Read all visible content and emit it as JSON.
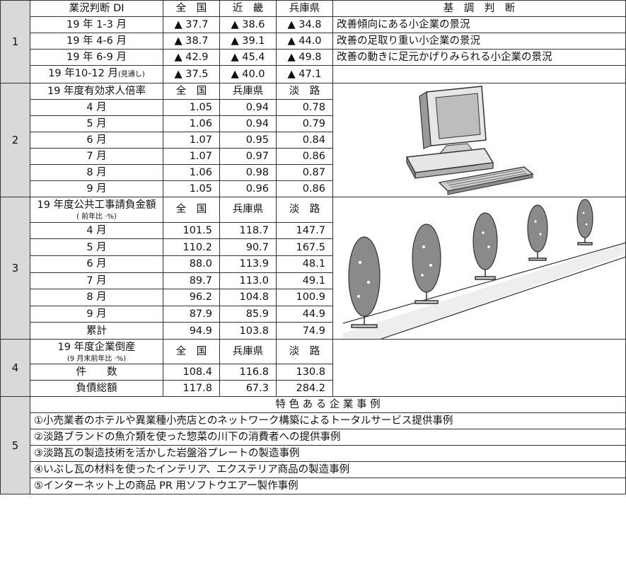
{
  "sections": {
    "s1": "1",
    "s2": "2",
    "s3": "3",
    "s4": "4",
    "s5": "5"
  },
  "di": {
    "header": [
      "業況判断 DI",
      "全　国",
      "近　畿",
      "兵庫県",
      "基　調　判　断"
    ],
    "rows": [
      {
        "period": "19 年 1-3 月",
        "zenkoku": "▲ 37.7",
        "kinki": "▲ 38.6",
        "hyogo": "▲ 34.8",
        "judgment": "改善傾向にある小企業の景況"
      },
      {
        "period": "19 年 4-6 月",
        "zenkoku": "▲ 38.7",
        "kinki": "▲ 39.1",
        "hyogo": "▲ 44.0",
        "judgment": "改善の足取り重い小企業の景況"
      },
      {
        "period": "19 年 6-9 月",
        "zenkoku": "▲ 42.9",
        "kinki": "▲ 45.4",
        "hyogo": "▲ 49.8",
        "judgment": "改善の動きに足元かげりみられる小企業の景況"
      }
    ],
    "forecast": {
      "period": "19 年10-12 月",
      "note": "(見通し)",
      "zenkoku": "▲ 37.5",
      "kinki": "▲ 40.0",
      "hyogo": "▲ 47.1",
      "judgment": ""
    }
  },
  "jobs": {
    "header": [
      "19 年度有効求人倍率",
      "全　国",
      "兵庫県",
      "淡　路"
    ],
    "rows": [
      {
        "month": "4 月",
        "zenkoku": "1.05",
        "hyogo": "0.94",
        "awaji": "0.78"
      },
      {
        "month": "5 月",
        "zenkoku": "1.06",
        "hyogo": "0.94",
        "awaji": "0.79"
      },
      {
        "month": "6 月",
        "zenkoku": "1.07",
        "hyogo": "0.95",
        "awaji": "0.84"
      },
      {
        "month": "7 月",
        "zenkoku": "1.07",
        "hyogo": "0.97",
        "awaji": "0.86"
      },
      {
        "month": "8 月",
        "zenkoku": "1.06",
        "hyogo": "0.98",
        "awaji": "0.87"
      },
      {
        "month": "9 月",
        "zenkoku": "1.05",
        "hyogo": "0.96",
        "awaji": "0.86"
      }
    ]
  },
  "public_works": {
    "header_title": "19 年度公共工事請負金額",
    "header_sub": "( 前年比 ·%)",
    "header": [
      "全　国",
      "兵庫県",
      "淡　路"
    ],
    "rows": [
      {
        "month": "4 月",
        "zenkoku": "101.5",
        "hyogo": "118.7",
        "awaji": "147.7"
      },
      {
        "month": "5 月",
        "zenkoku": "110.2",
        "hyogo": "90.7",
        "awaji": "167.5"
      },
      {
        "month": "6 月",
        "zenkoku": "88.0",
        "hyogo": "113.9",
        "awaji": "48.1"
      },
      {
        "month": "7 月",
        "zenkoku": "89.7",
        "hyogo": "113.0",
        "awaji": "49.1"
      },
      {
        "month": "8 月",
        "zenkoku": "96.2",
        "hyogo": "104.8",
        "awaji": "100.9"
      },
      {
        "month": "9 月",
        "zenkoku": "87.9",
        "hyogo": "85.9",
        "awaji": "44.9"
      },
      {
        "month": "累計",
        "zenkoku": "94.9",
        "hyogo": "103.8",
        "awaji": "74.9"
      }
    ]
  },
  "bankruptcy": {
    "header_title": "19 年度企業倒産",
    "header_sub": "(9 月末前年比 ·%)",
    "header": [
      "全　国",
      "兵庫県",
      "淡　路"
    ],
    "rows": [
      {
        "item": "件　　数",
        "zenkoku": "108.4",
        "hyogo": "116.8",
        "awaji": "130.8"
      },
      {
        "item": "負債総額",
        "zenkoku": "117.8",
        "hyogo": "67.3",
        "awaji": "284.2"
      }
    ]
  },
  "cases": {
    "title": "特 色 あ る 企 業 事 例",
    "items": [
      "①小売業者のホテルや異業種小売店とのネットワーク構築によるトータルサービス提供事例",
      "②淡路ブランドの魚介類を使った惣菜の川下の消費者への提供事例",
      "③淡路瓦の製造技術を活かした岩盤浴プレートの製造事例",
      "④いぶし瓦の材料を使ったインテリア、エクステリア商品の製造事例",
      "⑤インターネット上の商品 PR 用ソフトウエアー製作事例"
    ]
  },
  "illustrations": {
    "computer": "computer-clipart",
    "trees": "trees-clipart",
    "colors": {
      "section_bg": "#d9d9d9",
      "clipart_gray": "#8a8a8a",
      "clipart_light": "#e6e6e6"
    }
  }
}
